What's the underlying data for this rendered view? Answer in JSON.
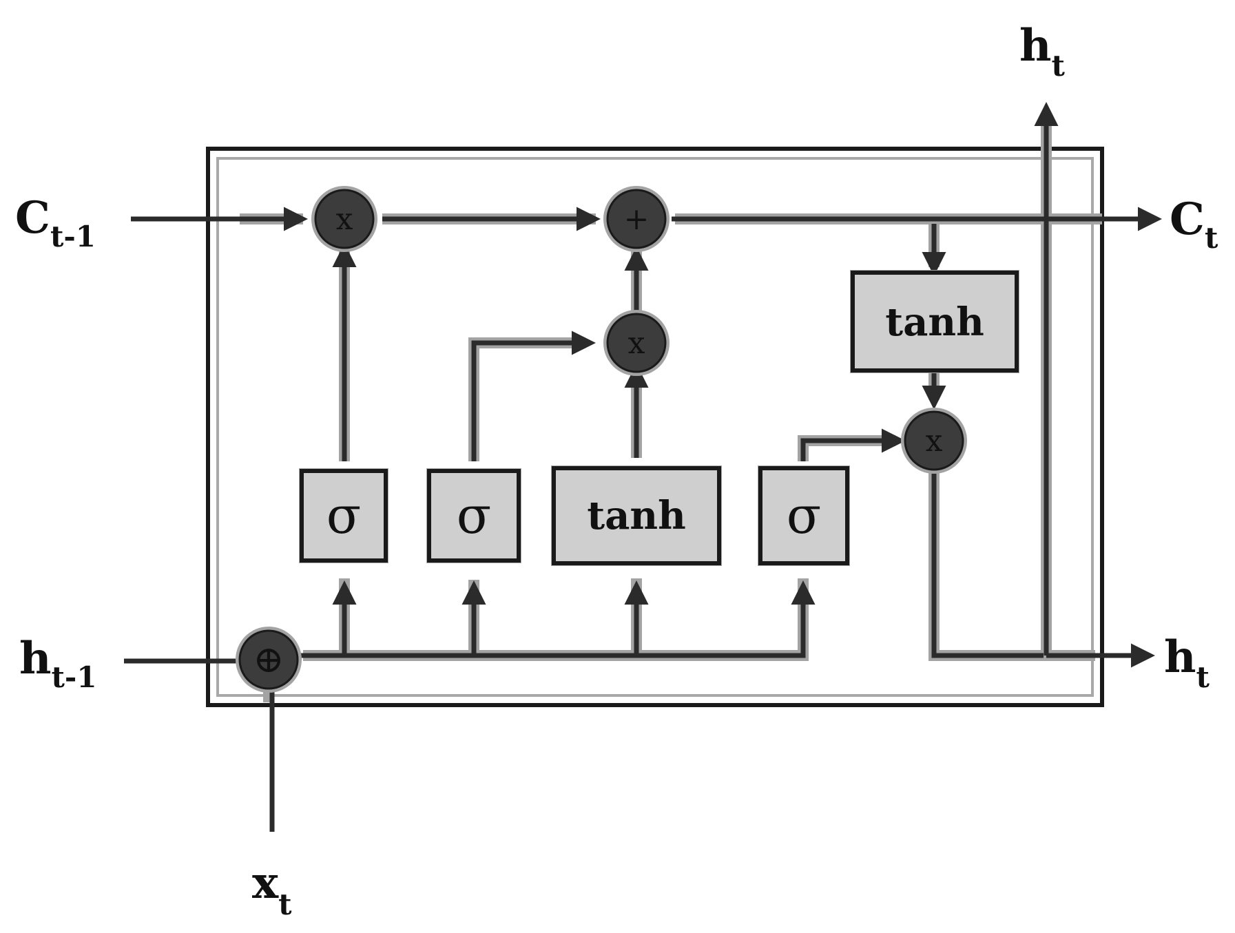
{
  "labels": {
    "c_prev": {
      "main": "C",
      "sub": "t-1"
    },
    "h_prev": {
      "main": "h",
      "sub": "t-1"
    },
    "x_t": {
      "main": "x",
      "sub": "t"
    },
    "c_t": {
      "main": "C",
      "sub": "t"
    },
    "h_t_top": {
      "main": "h",
      "sub": "t"
    },
    "h_t_right": {
      "main": "h",
      "sub": "t"
    }
  },
  "gates": {
    "forget": "σ",
    "input": "σ",
    "candidate": "tanh",
    "output": "σ",
    "cell_tanh": "tanh"
  },
  "operators": {
    "forget_mul": "x",
    "add": "+",
    "input_mul": "x",
    "output_mul": "x",
    "concat": "⊕"
  },
  "colors": {
    "line": "#2b2b2b",
    "line_glow": "#9a9a9a",
    "box_fill": "#cfcfcf",
    "op_fill": "#3c3c3c",
    "frame": "#1a1a1a"
  }
}
